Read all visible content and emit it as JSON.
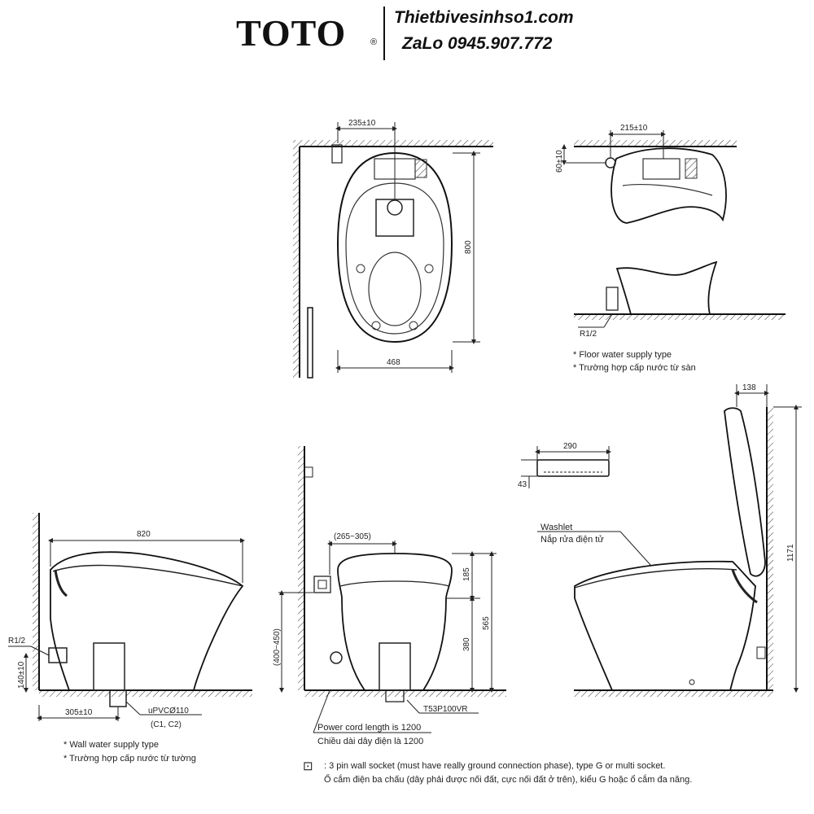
{
  "header": {
    "brand": "TOTO",
    "brand_mark": "®",
    "website": "Thietbivesinhso1.com",
    "contact": "ZaLo 0945.907.772"
  },
  "top_plan": {
    "dims": {
      "width_top": "235±10",
      "length": "800",
      "width_bottom": "468"
    }
  },
  "floor_supply": {
    "dims": {
      "offset": "215±10",
      "height": "60±10"
    },
    "pipe_label": "R1/2",
    "notes": [
      "* Floor water supply type",
      "* Trường hợp cấp nước từ sàn"
    ]
  },
  "side_view": {
    "dims": {
      "length": "820",
      "pipe_label": "R1/2",
      "height": "140±10",
      "offset": "305±10"
    },
    "drain_label": "uPVCØ110",
    "drain_sub": "(C1, C2)",
    "notes": [
      "* Wall water supply type",
      "* Trường hợp cấp nước từ tường"
    ]
  },
  "front_view": {
    "dims": {
      "width": "(265~305)",
      "socket_height": "(400~450)",
      "top": "185",
      "mid": "380",
      "total": "565"
    },
    "part_label": "T53P100VR",
    "cord_en": "Power cord length is 1200",
    "cord_vi": "Chiều dài dây điện là 1200"
  },
  "remote": {
    "dims": {
      "width": "290",
      "height": "43"
    }
  },
  "open_view": {
    "dims": {
      "lid": "138",
      "height": "1171"
    },
    "washlet_en": "Washlet",
    "washlet_vi": "Nắp rửa điện tử"
  },
  "socket_note": {
    "symbol": "⊡",
    "text_en": ": 3 pin wall socket (must have really ground connection phase), type G or multi socket.",
    "text_vi": "Ổ cắm điện ba chấu (dây phải được nối đất, cực nối đất ở trên), kiểu G hoặc ổ cắm đa năng."
  }
}
